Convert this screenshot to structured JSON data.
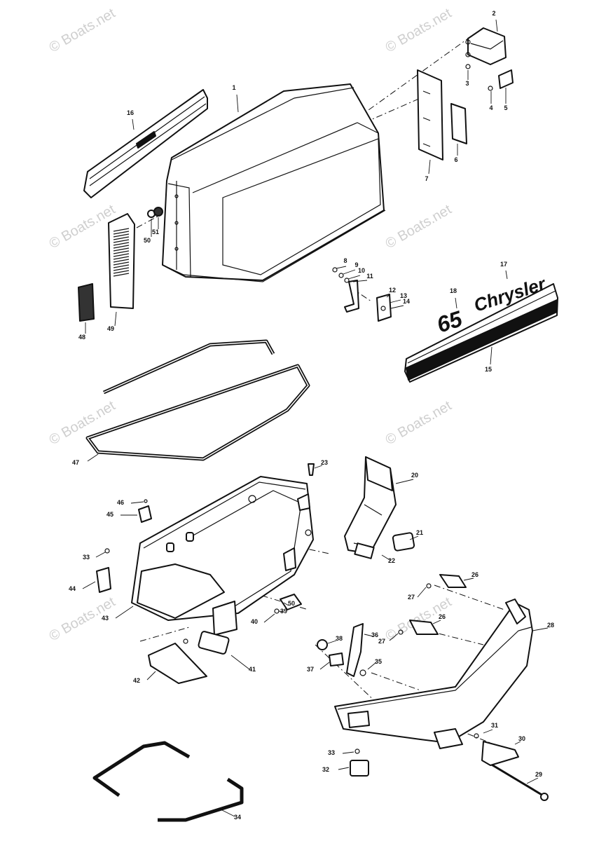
{
  "watermark": "© Boats.net",
  "emblem": {
    "number": "65",
    "brand": "Chrysler"
  },
  "part_numbers": [
    "1",
    "2",
    "3",
    "4",
    "5",
    "6",
    "7",
    "8",
    "9",
    "10",
    "11",
    "12",
    "13",
    "14",
    "15",
    "16",
    "17",
    "18",
    "20",
    "21",
    "22",
    "23",
    "26",
    "26",
    "27",
    "27",
    "28",
    "29",
    "30",
    "31",
    "32",
    "33",
    "33",
    "34",
    "35",
    "36",
    "37",
    "38",
    "39",
    "40",
    "41",
    "42",
    "43",
    "44",
    "45",
    "46",
    "47",
    "48",
    "49",
    "50",
    "51",
    "50"
  ]
}
